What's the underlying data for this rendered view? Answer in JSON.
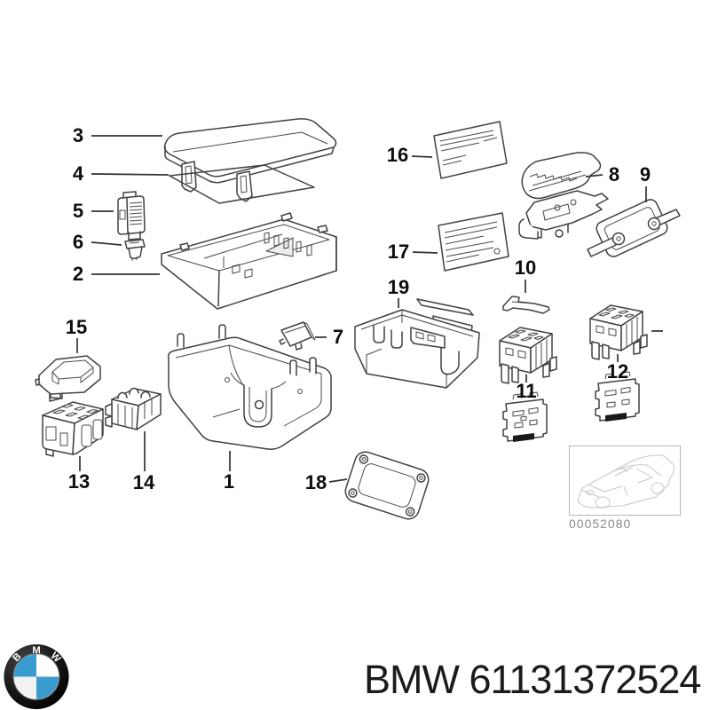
{
  "diagram": {
    "callouts": {
      "c1": "1",
      "c2": "2",
      "c3": "3",
      "c4": "4",
      "c5": "5",
      "c6": "6",
      "c7": "7",
      "c8": "8",
      "c9": "9",
      "c10": "10",
      "c11": "11",
      "c12": "12",
      "c13": "13",
      "c14": "14",
      "c15": "15",
      "c16": "16",
      "c17": "17",
      "c18": "18",
      "c19": "19"
    },
    "thumbnail": {
      "code": "00052080"
    }
  },
  "footer": {
    "brand": "BMW",
    "part_number": "61131372524",
    "logo": {
      "b": "B",
      "m": "M",
      "w": "W"
    }
  },
  "colors": {
    "line": "#414141",
    "label": "#0d0d0d",
    "thumbnail_border": "#b5b5b5",
    "thumbnail_line": "#c6c6c6",
    "code_text": "#8a8a8a",
    "roundel_blue": "#3b9cd0",
    "roundel_black": "#141414"
  }
}
